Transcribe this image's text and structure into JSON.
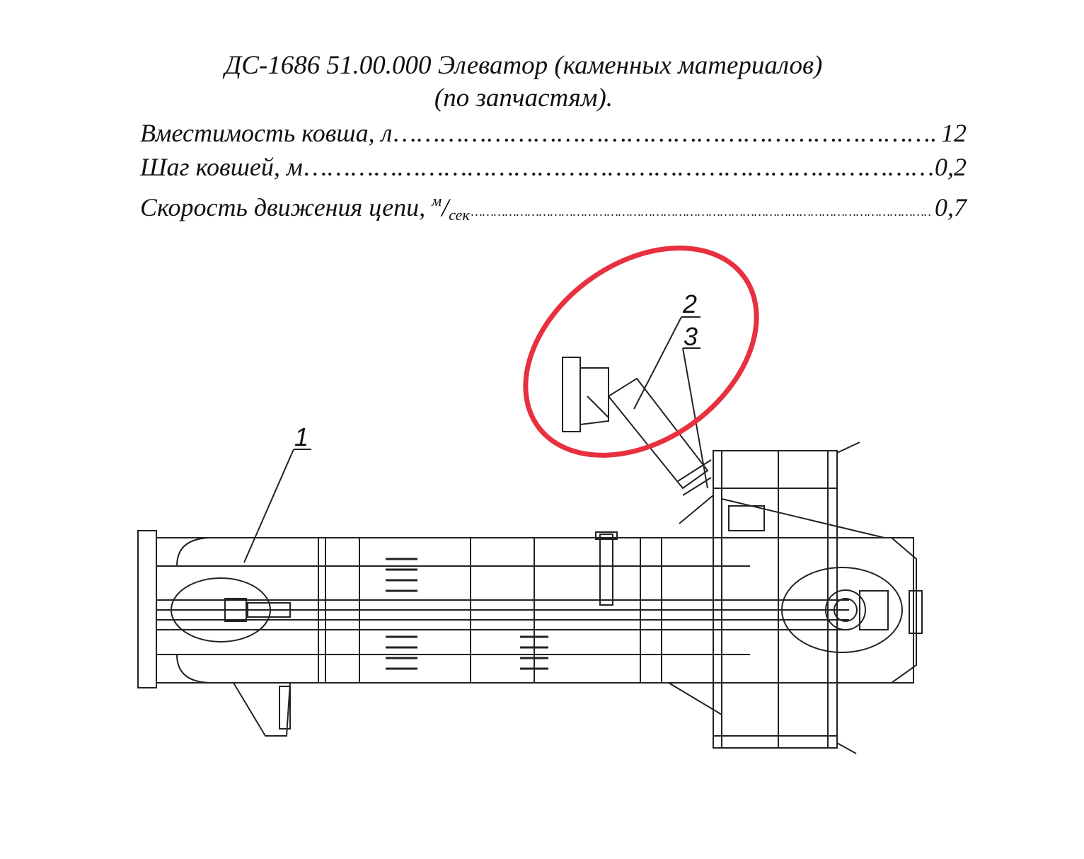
{
  "header": {
    "title_line1": "ДС-1686 51.00.000 Элеватор (каменных материалов)",
    "title_line2": "(по запчастям)."
  },
  "specs": [
    {
      "label": "Вместимость ковша, л",
      "value": "12"
    },
    {
      "label": "Шаг ковшей, м",
      "value": "0,2"
    },
    {
      "label": "Скорость движения цепи,",
      "unit_num": "м",
      "unit_den": "сек",
      "value": "0,7"
    }
  ],
  "callouts": [
    "1",
    "2",
    "3"
  ],
  "highlight": {
    "shape": "ellipse",
    "color": "#e8303f"
  }
}
